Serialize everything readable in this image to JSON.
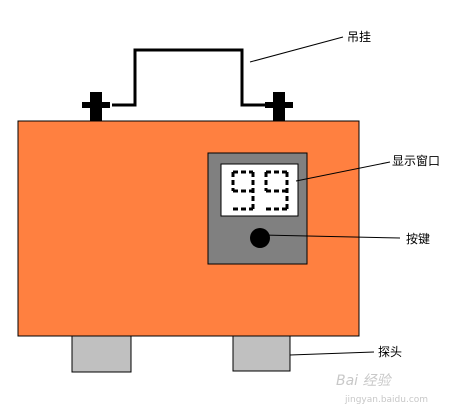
{
  "labels": {
    "hanger": "吊挂",
    "display_window": "显示窗口",
    "button": "按键",
    "probe": "探头"
  },
  "display": {
    "reading": "99"
  },
  "watermark": {
    "logo_text": "Bai 经验",
    "sub_text": "jingyan.baidu.com"
  },
  "colors": {
    "body": "#ff8040",
    "panel": "#808080",
    "screen": "#ffffff",
    "probe": "#c0c0c0",
    "outline": "#000000"
  }
}
